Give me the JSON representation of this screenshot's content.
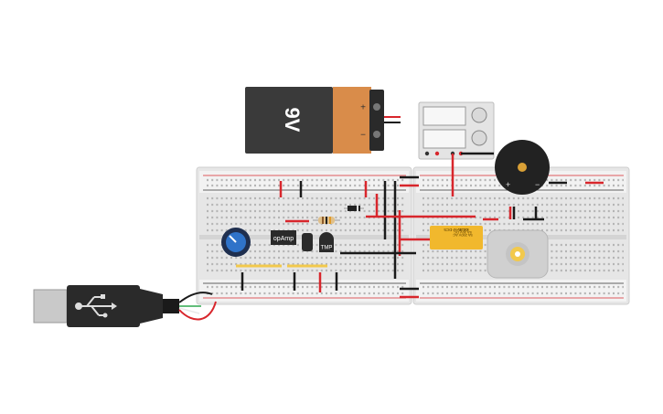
{
  "battery": {
    "label": "9V",
    "plus": "+",
    "minus": "−"
  },
  "components": {
    "opamp_label": "opAmp",
    "tmp_label": "TMP",
    "relay_lines": [
      "KS2E-M-DC5",
      "5A 250V AC",
      "5A 30V DC",
      "DC 5V"
    ]
  },
  "colors": {
    "wire_red": "#d8262c",
    "wire_black": "#1a1a1a",
    "breadboard": "#e9e9e9",
    "battery_orange": "#d98c4a",
    "relay_yellow": "#f1b82d"
  }
}
